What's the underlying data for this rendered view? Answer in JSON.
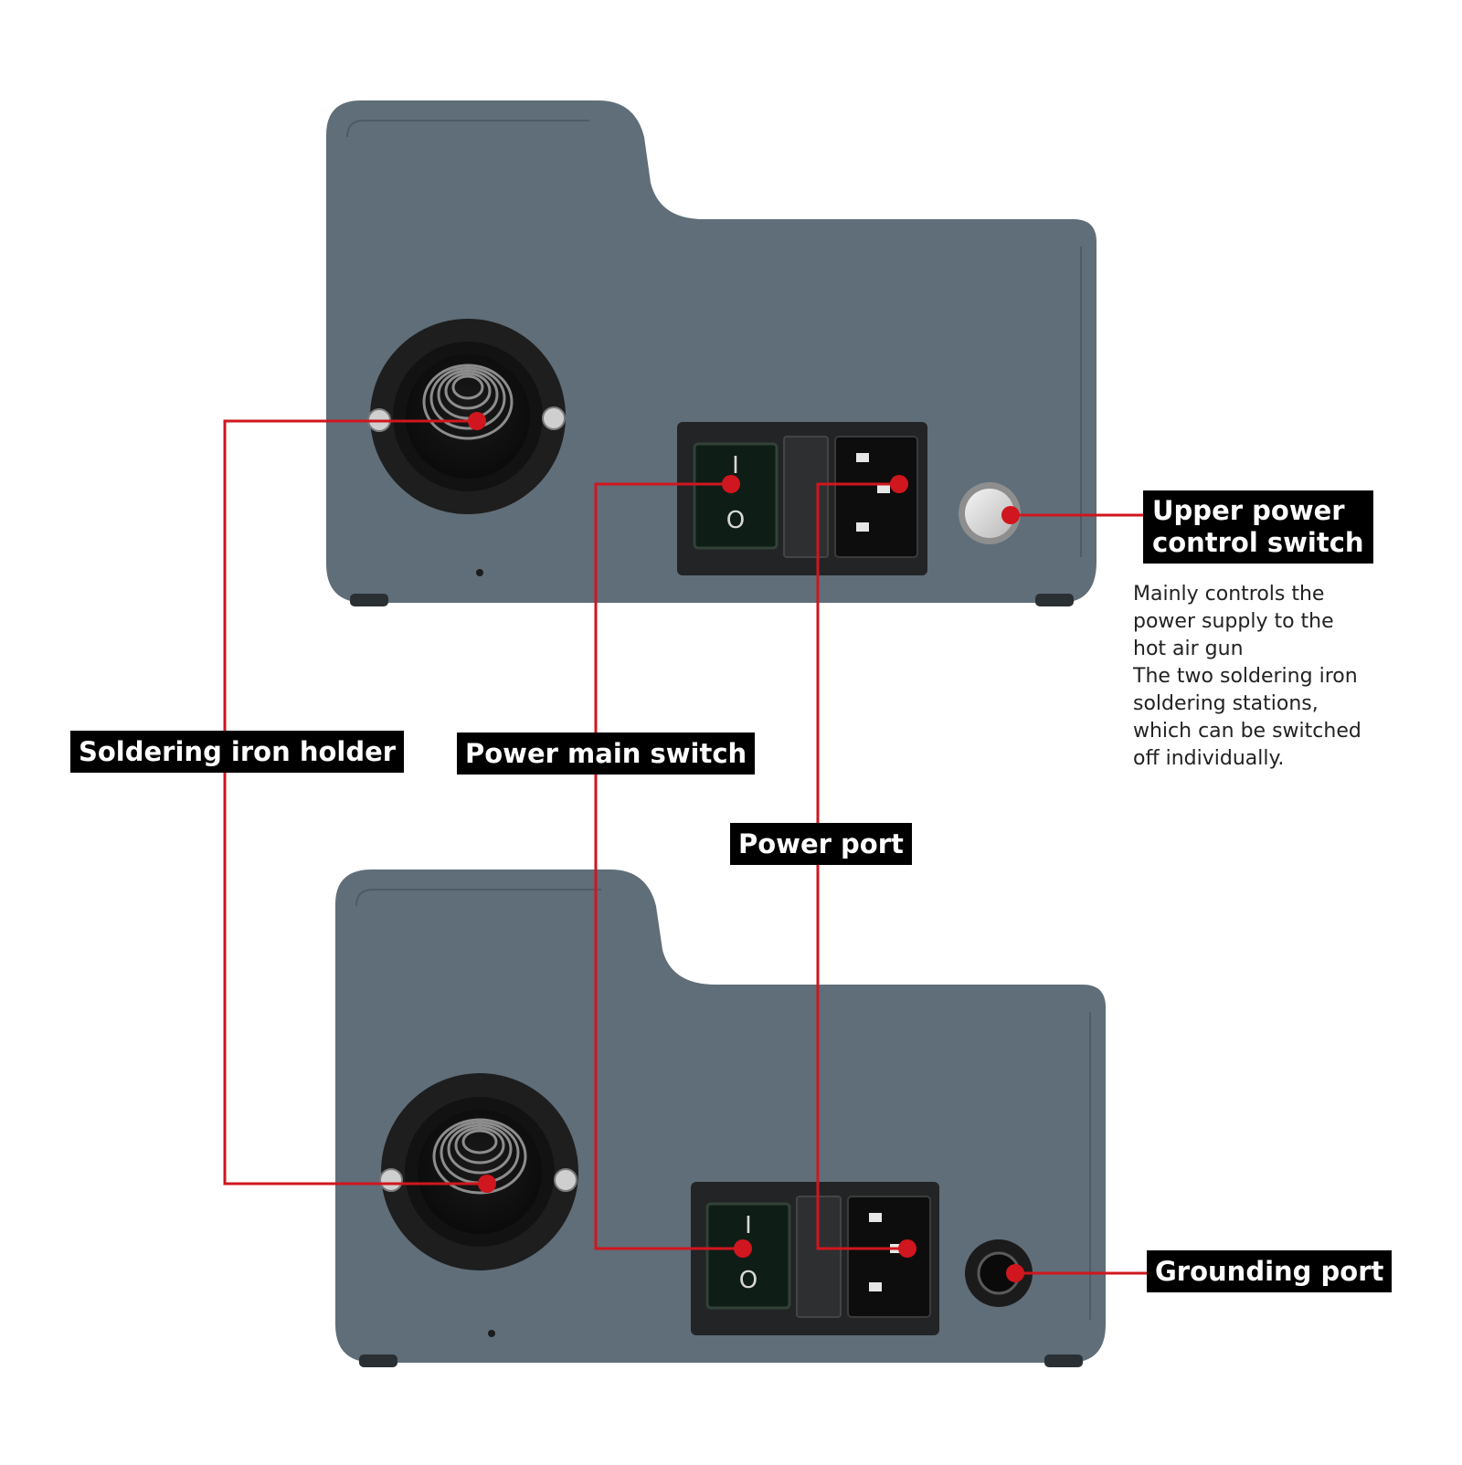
{
  "labels": {
    "soldering_iron_holder": "Soldering iron holder",
    "power_main_switch": "Power main switch",
    "power_port": "Power port",
    "upper_power_control_switch": "Upper power\ncontrol switch",
    "grounding_port": "Grounding port"
  },
  "description": "Mainly controls the\npower supply to the\nhot air gun\nThe two soldering iron\nsoldering stations,\nwhich can be switched\noff individually.",
  "switch_marks": {
    "on": "I",
    "off": "O"
  },
  "colors": {
    "housing": "#5f6e79",
    "housing_edge": "#4e5b65",
    "callout": "#d0161e",
    "label_bg": "#000000",
    "label_text": "#ffffff"
  }
}
